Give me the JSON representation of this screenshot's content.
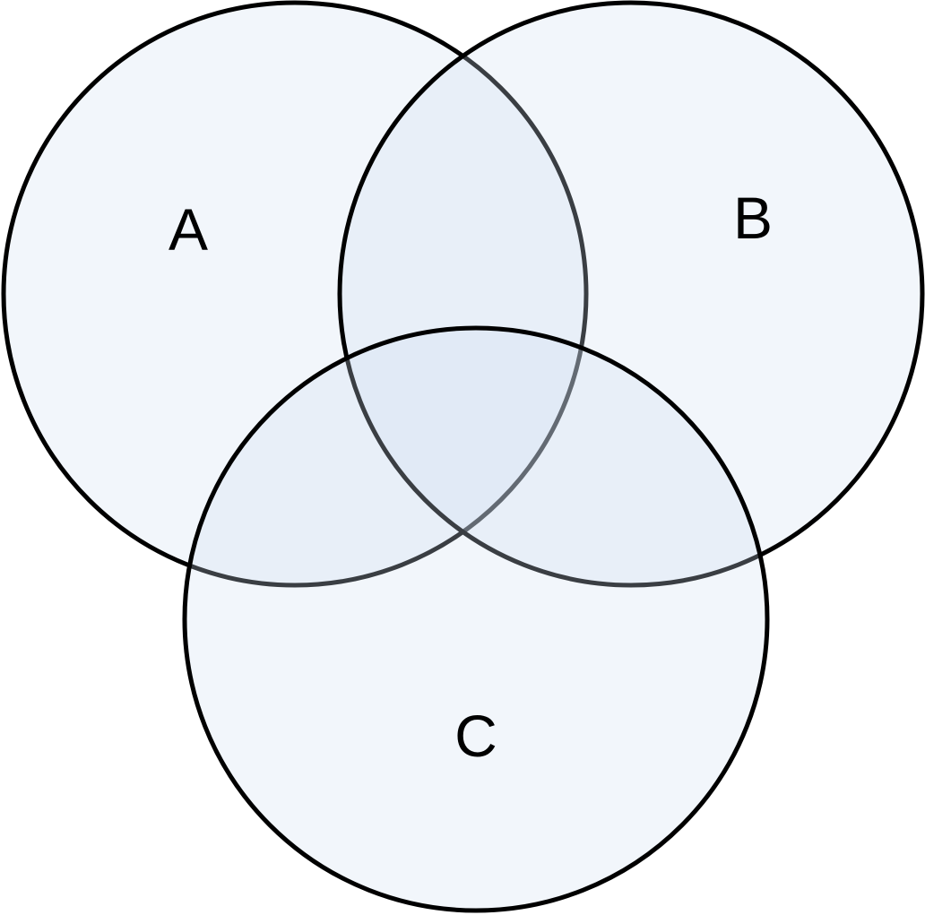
{
  "diagram": {
    "type": "venn",
    "sets": [
      {
        "id": "A",
        "label": "A"
      },
      {
        "id": "B",
        "label": "B"
      },
      {
        "id": "C",
        "label": "C"
      }
    ],
    "fill_color": "#d2e0f0",
    "stroke_color": "#000000"
  }
}
